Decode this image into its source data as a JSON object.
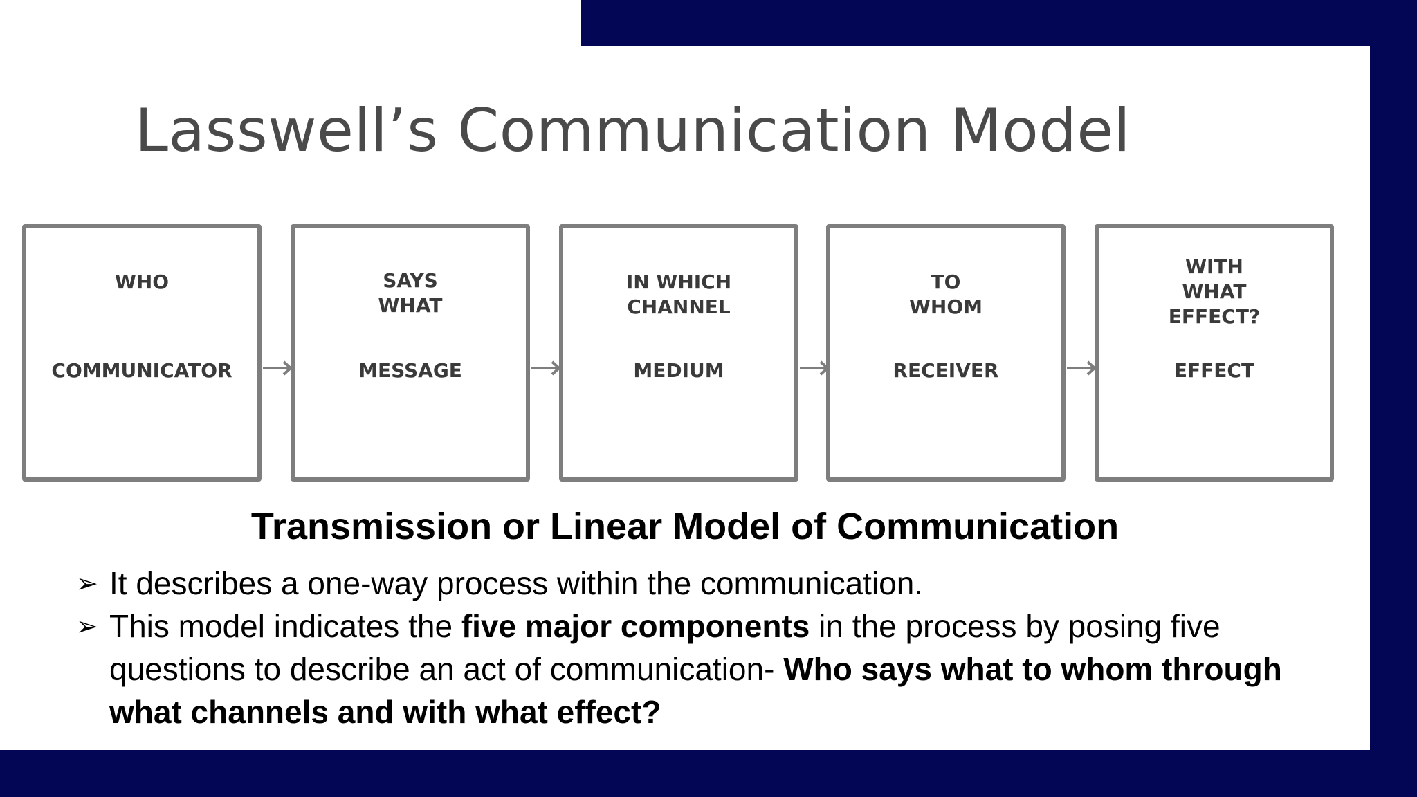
{
  "slide": {
    "title": "Lasswell’s Communication Model",
    "caption": "Transmission or Linear Model of Communication",
    "frame_color": "#030654"
  },
  "diagram": {
    "boxes": [
      {
        "question": "WHO",
        "role": "COMMUNICATOR"
      },
      {
        "question": "SAYS\nWHAT",
        "role": "MESSAGE"
      },
      {
        "question": "IN WHICH\nCHANNEL",
        "role": "MEDIUM"
      },
      {
        "question": "TO\nWHOM",
        "role": "RECEIVER"
      },
      {
        "question": "WITH\nWHAT\nEFFECT?",
        "role": "EFFECT"
      }
    ],
    "box_border_color": "#7e7e7e",
    "arrow_icon": "arrow-right-icon"
  },
  "bullets": {
    "marker": "➢",
    "items": [
      {
        "text": "It describes a one-way process within the communication."
      },
      {
        "part1": "This model indicates the ",
        "bold1": "five major components",
        "part2": " in the process by posing five questions to describe an act of communication- ",
        "bold2": "Who says what to whom through what channels and with what effect?"
      }
    ]
  }
}
